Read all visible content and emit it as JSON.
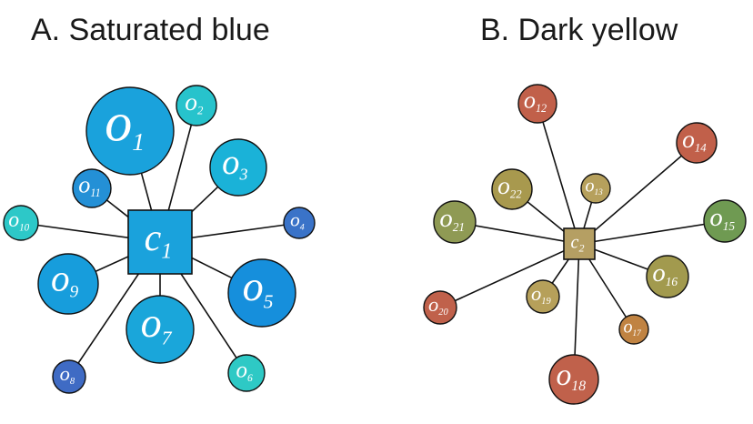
{
  "panels": [
    {
      "title": "A. Saturated blue",
      "center": {
        "letter": "c",
        "index": "1",
        "color": "#1aa2dc"
      },
      "nodes": [
        {
          "letter": "o",
          "index": "1",
          "color": "#1aa2dc"
        },
        {
          "letter": "o",
          "index": "2",
          "color": "#27c3cc"
        },
        {
          "letter": "o",
          "index": "3",
          "color": "#1ab2d8"
        },
        {
          "letter": "o",
          "index": "4",
          "color": "#3a73c8"
        },
        {
          "letter": "o",
          "index": "5",
          "color": "#168fdc"
        },
        {
          "letter": "o",
          "index": "6",
          "color": "#2ec9c5"
        },
        {
          "letter": "o",
          "index": "7",
          "color": "#1aa6da"
        },
        {
          "letter": "o",
          "index": "8",
          "color": "#3f6bc4"
        },
        {
          "letter": "o",
          "index": "9",
          "color": "#179ddc"
        },
        {
          "letter": "o",
          "index": "10",
          "color": "#2dc8c8"
        },
        {
          "letter": "o",
          "index": "11",
          "color": "#2490d6"
        }
      ]
    },
    {
      "title": "B. Dark yellow",
      "center": {
        "letter": "c",
        "index": "2",
        "color": "#b59f63"
      },
      "nodes": [
        {
          "letter": "o",
          "index": "12",
          "color": "#c1604a"
        },
        {
          "letter": "o",
          "index": "13",
          "color": "#b6a05c"
        },
        {
          "letter": "o",
          "index": "14",
          "color": "#c1604a"
        },
        {
          "letter": "o",
          "index": "15",
          "color": "#6f9a52"
        },
        {
          "letter": "o",
          "index": "16",
          "color": "#a29a4e"
        },
        {
          "letter": "o",
          "index": "17",
          "color": "#c08342"
        },
        {
          "letter": "o",
          "index": "18",
          "color": "#c0614b"
        },
        {
          "letter": "o",
          "index": "19",
          "color": "#b6a05a"
        },
        {
          "letter": "o",
          "index": "20",
          "color": "#c0614b"
        },
        {
          "letter": "o",
          "index": "21",
          "color": "#8f9a54"
        },
        {
          "letter": "o",
          "index": "22",
          "color": "#a8994e"
        }
      ]
    }
  ]
}
